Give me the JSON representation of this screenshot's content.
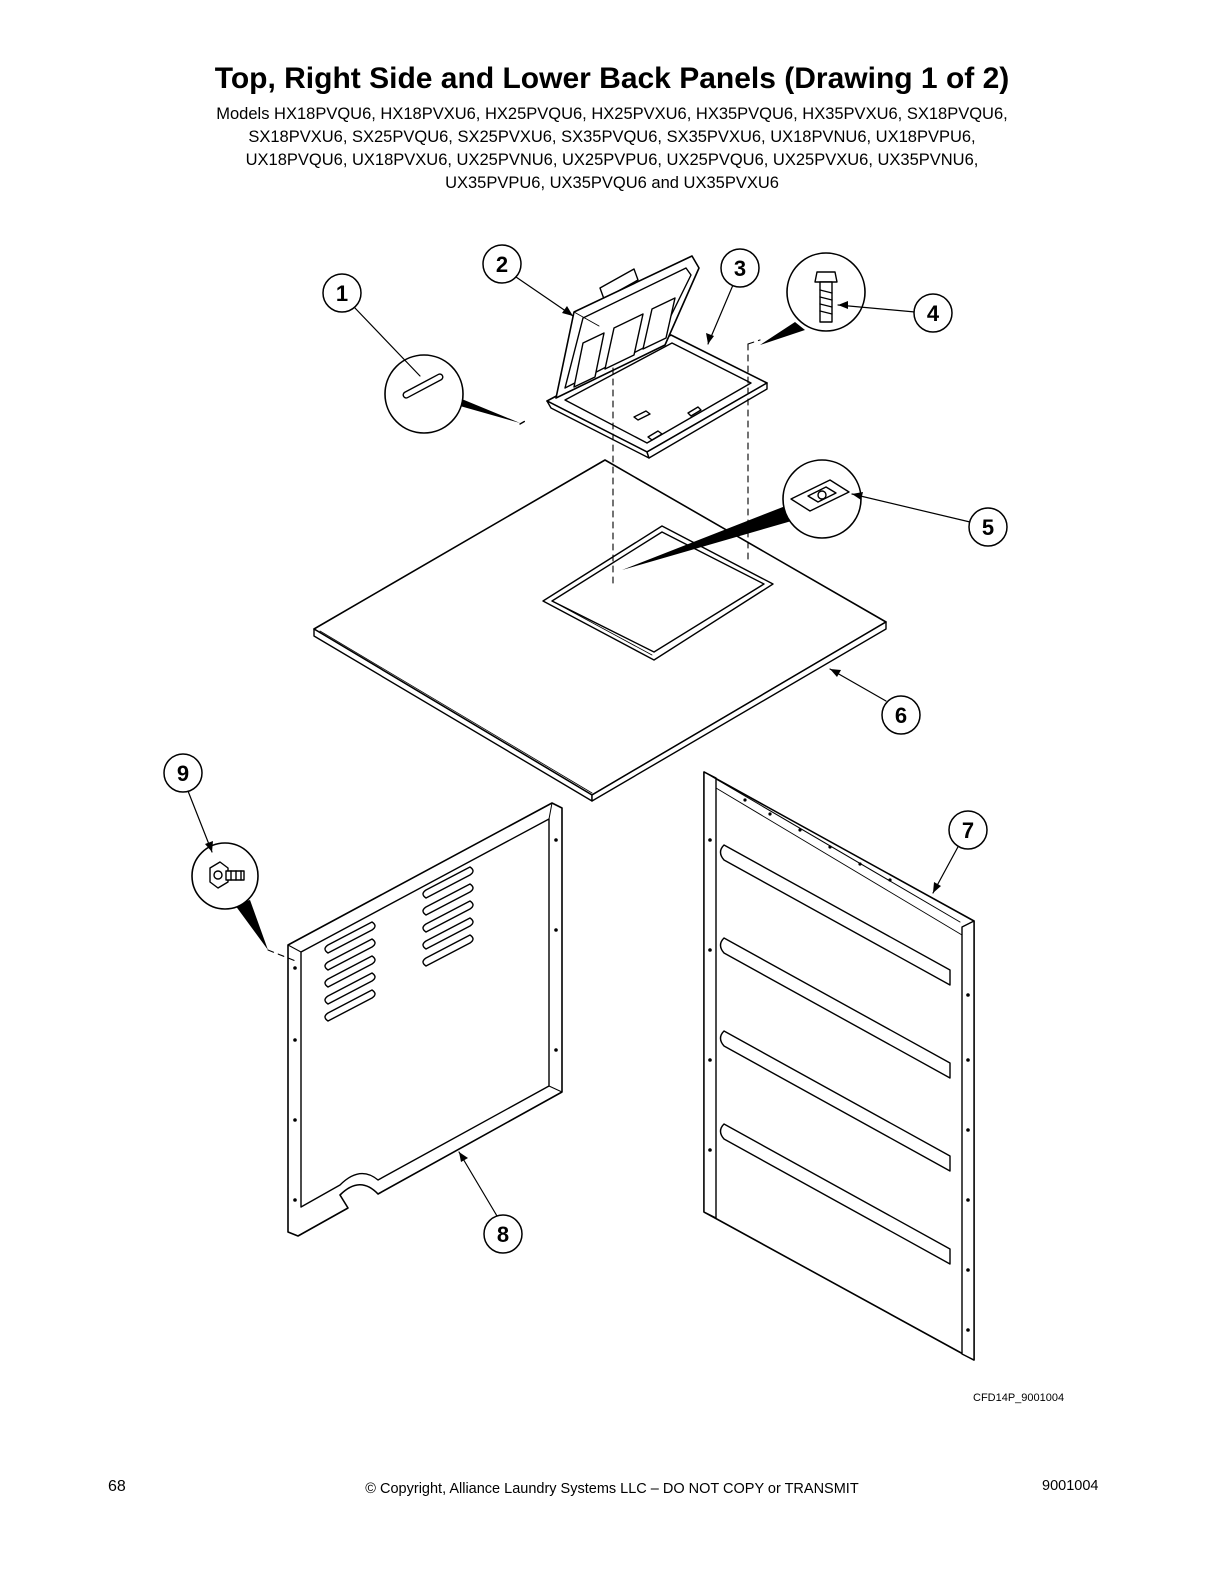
{
  "title": "Top, Right Side and Lower Back Panels (Drawing 1 of 2)",
  "models": [
    "Models HX18PVQU6, HX18PVXU6, HX25PVQU6, HX25PVXU6, HX35PVQU6, HX35PVXU6, SX18PVQU6,",
    "SX18PVXU6, SX25PVQU6, SX25PVXU6, SX35PVQU6, SX35PVXU6, UX18PVNU6, UX18PVPU6,",
    "UX18PVQU6, UX18PVXU6, UX25PVNU6, UX25PVPU6, UX25PVQU6, UX25PVXU6, UX35PVNU6,",
    "UX35PVPU6, UX35PVQU6 and UX35PVXU6"
  ],
  "callouts": [
    "1",
    "2",
    "3",
    "4",
    "5",
    "6",
    "7",
    "8",
    "9"
  ],
  "drawing_id": "CFD14P_9001004",
  "footer": {
    "page_number": "68",
    "copyright": "© Copyright, Alliance Laundry Systems LLC – DO NOT COPY or TRANSMIT",
    "doc_number": "9001004"
  }
}
